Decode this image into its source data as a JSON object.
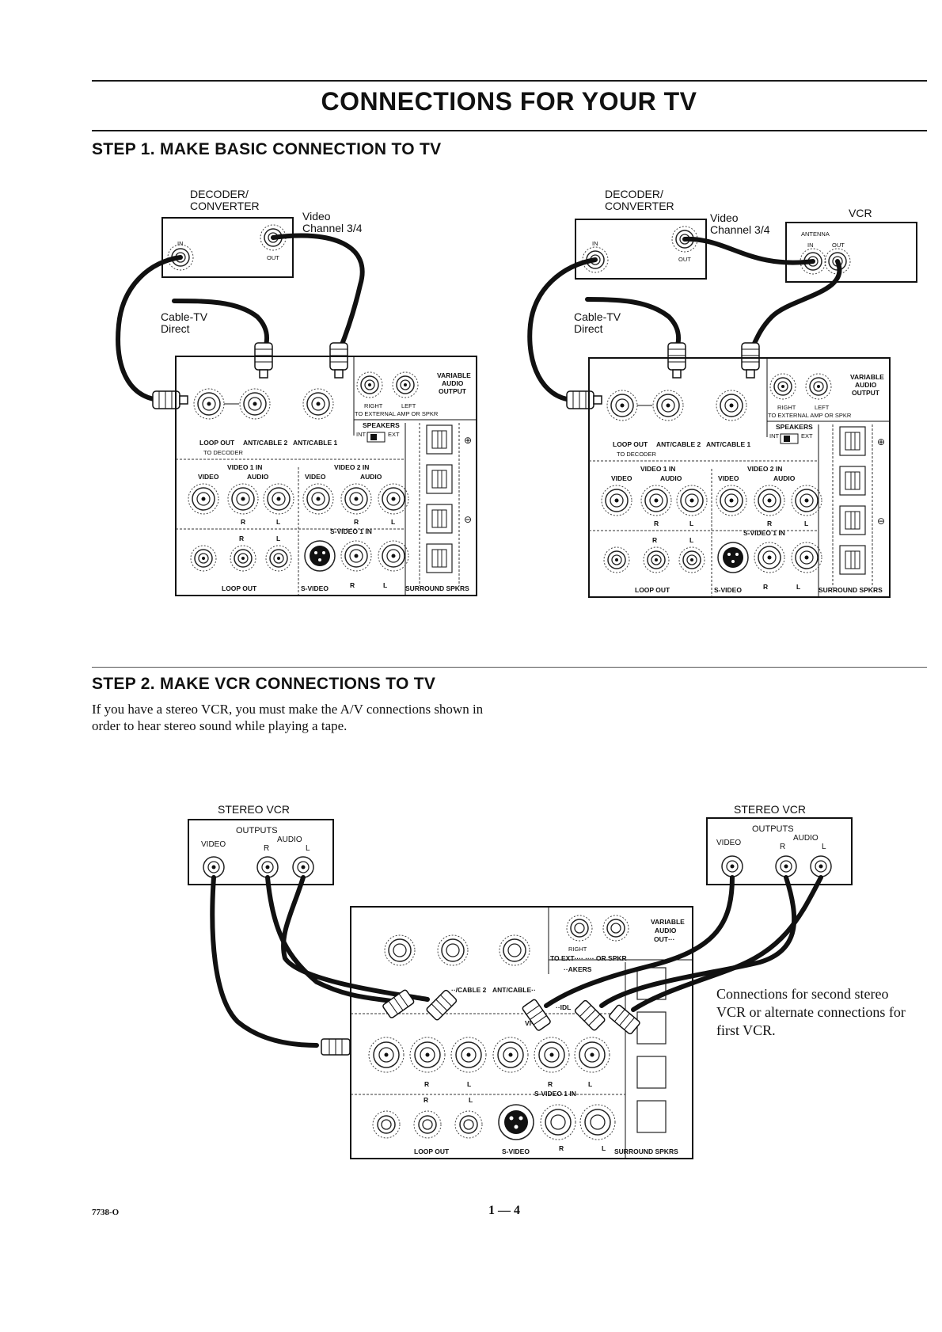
{
  "page": {
    "title": "CONNECTIONS FOR YOUR TV",
    "footer_code": "7738-O",
    "page_number": "1 — 4"
  },
  "step1": {
    "heading": "STEP 1. MAKE BASIC CONNECTION TO TV",
    "left": {
      "decoder_label_1": "DECODER/",
      "decoder_label_2": "CONVERTER",
      "decoder_in": "IN",
      "decoder_out": "OUT",
      "video_channel_1": "Video",
      "video_channel_2": "Channel 3/4",
      "cable_tv_1": "Cable-TV",
      "cable_tv_2": "Direct"
    },
    "right": {
      "decoder_label_1": "DECODER/",
      "decoder_label_2": "CONVERTER",
      "decoder_in": "IN",
      "decoder_out": "OUT",
      "video_channel_1": "Video",
      "video_channel_2": "Channel 3/4",
      "vcr_label": "VCR",
      "vcr_antenna": "ANTENNA",
      "vcr_in": "IN",
      "vcr_out": "OUT",
      "cable_tv_1": "Cable-TV",
      "cable_tv_2": "Direct"
    }
  },
  "panel_labels": {
    "variable": "VARIABLE",
    "audio": "AUDIO",
    "output": "OUTPUT",
    "right": "RIGHT",
    "left": "LEFT",
    "to_external": "TO EXTERNAL AMP OR SPKR",
    "speakers": "SPEAKERS",
    "int": "INT",
    "ext": "EXT",
    "loop_out": "LOOP OUT",
    "ant_cable_2": "ANT/CABLE 2",
    "ant_cable_1": "ANT/CABLE 1",
    "to_decoder": "TO DECODER",
    "video1_in": "VIDEO 1 IN",
    "video2_in": "VIDEO 2 IN",
    "video": "VIDEO",
    "audio_sub": "AUDIO",
    "r": "R",
    "l": "L",
    "svideo1_in": "S-VIDEO 1 IN",
    "loop_out_bottom": "LOOP OUT",
    "s_video": "S-VIDEO",
    "surround_spkrs": "SURROUND SPKRS",
    "plus": "⊕",
    "minus": "⊖"
  },
  "step2": {
    "heading": "STEP 2. MAKE VCR CONNECTIONS TO TV",
    "intro": "If you have a stereo VCR, you must make the A/V connections shown in order to hear stereo sound while playing a tape.",
    "stereo_vcr_left": "STEREO VCR",
    "stereo_vcr_right": "STEREO VCR",
    "outputs": "OUTPUTS",
    "video": "VIDEO",
    "audio": "AUDIO",
    "r": "R",
    "l": "L",
    "caption": "Connections for second stereo VCR or alternate connections for first VCR.",
    "panel_fragments": {
      "variable": "VARIABLE",
      "audio": "AUDIO",
      "output": "OUT···",
      "right": "RIGHT",
      "to_ext": "TO EXT···· ···· OR SPKR",
      "speakers": "··AKERS",
      "ant_cable_2": "··/CABLE 2",
      "ant_cable": "ANT/CABLE··",
      "vi": "VI··",
      "idl": "··IDL",
      "r": "R",
      "l": "L",
      "svideo1_in": "S-VIDEO 1 IN",
      "loop_out": "LOOP OUT",
      "s_video": "S-VIDEO",
      "r2": "R",
      "l2": "L",
      "surround": "SURROUND SPKRS"
    }
  }
}
